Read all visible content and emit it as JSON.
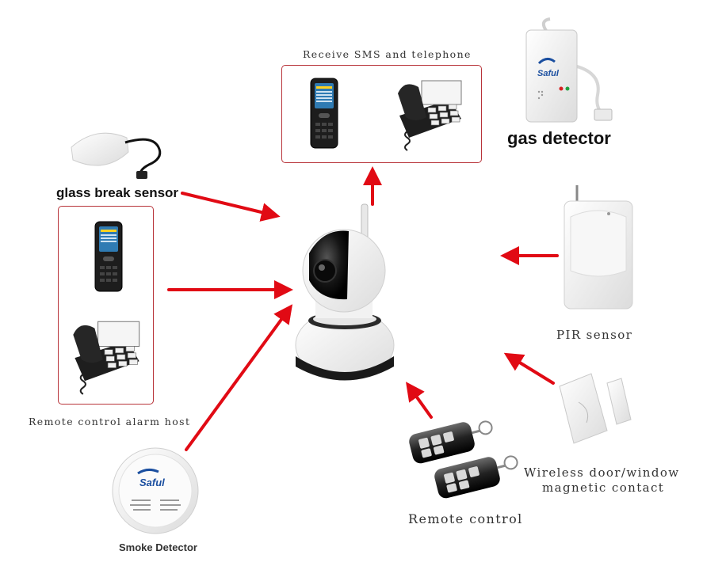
{
  "labels": {
    "sms": "Receive SMS and telephone",
    "gas": "gas detector",
    "glass": "glass break sensor",
    "host": "Remote control alarm host",
    "pir": "PIR sensor",
    "door_line1": "Wireless door/window",
    "door_line2": "magnetic contact",
    "remote": "Remote control",
    "smoke": "Smoke Detector"
  },
  "brand": "Saful",
  "colors": {
    "arrow": "#e10a14",
    "box": "#b8343a",
    "camera_body": "#f4f4f4",
    "camera_dark": "#111111"
  },
  "icons": [
    "camera-icon",
    "phone-icon",
    "mobile-icon",
    "gas-detector-icon",
    "glass-break-icon",
    "pir-sensor-icon",
    "door-contact-icon",
    "key-fob-icon",
    "smoke-detector-icon"
  ]
}
